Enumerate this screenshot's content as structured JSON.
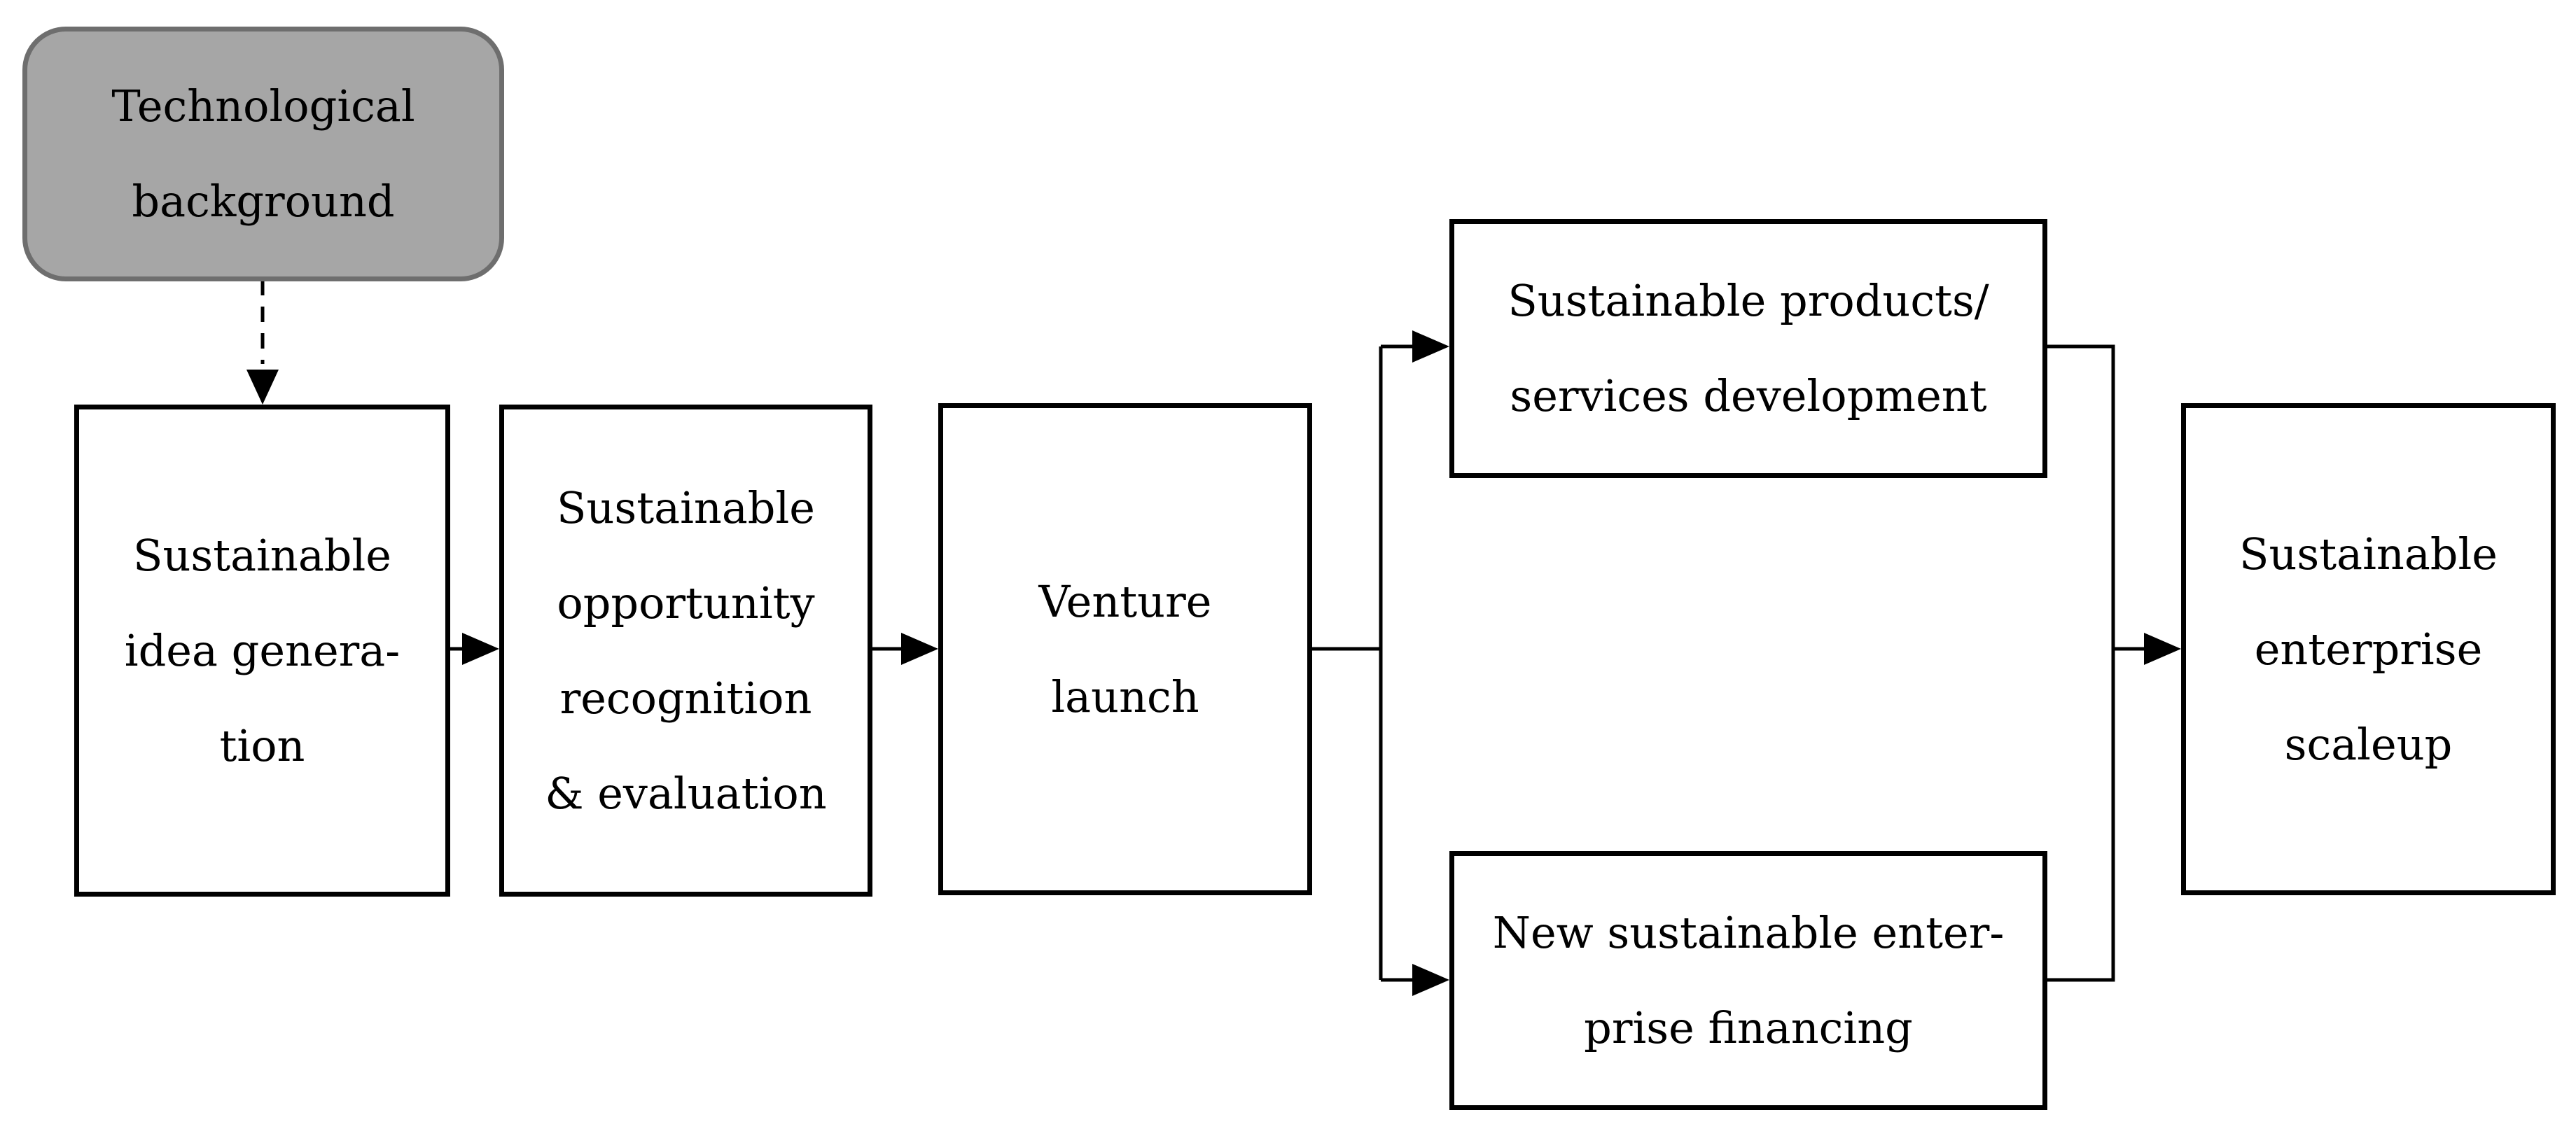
{
  "diagram": {
    "nodes": {
      "tech": {
        "lines": [
          "Technological",
          "background"
        ],
        "fill": "#a6a6a6"
      },
      "idea": {
        "lines": [
          "Sustainable",
          "idea genera-",
          "tion"
        ]
      },
      "opportunity": {
        "lines": [
          "Sustainable",
          "opportunity",
          "recognition",
          "& evaluation"
        ]
      },
      "venture": {
        "lines": [
          "Venture",
          "launch"
        ]
      },
      "products": {
        "lines": [
          "Sustainable products/",
          "services development"
        ]
      },
      "financing": {
        "lines": [
          "New sustainable enter-",
          "prise financing"
        ]
      },
      "scaleup": {
        "lines": [
          "Sustainable",
          "enterprise",
          "scaleup"
        ]
      }
    },
    "edges": [
      {
        "from": "tech",
        "to": "idea",
        "style": "dashed"
      },
      {
        "from": "idea",
        "to": "opportunity",
        "style": "solid"
      },
      {
        "from": "opportunity",
        "to": "venture",
        "style": "solid"
      },
      {
        "from": "venture",
        "to": "products",
        "style": "solid"
      },
      {
        "from": "venture",
        "to": "financing",
        "style": "solid"
      },
      {
        "from": "products",
        "to": "scaleup",
        "style": "solid"
      },
      {
        "from": "financing",
        "to": "scaleup",
        "style": "solid"
      }
    ]
  }
}
